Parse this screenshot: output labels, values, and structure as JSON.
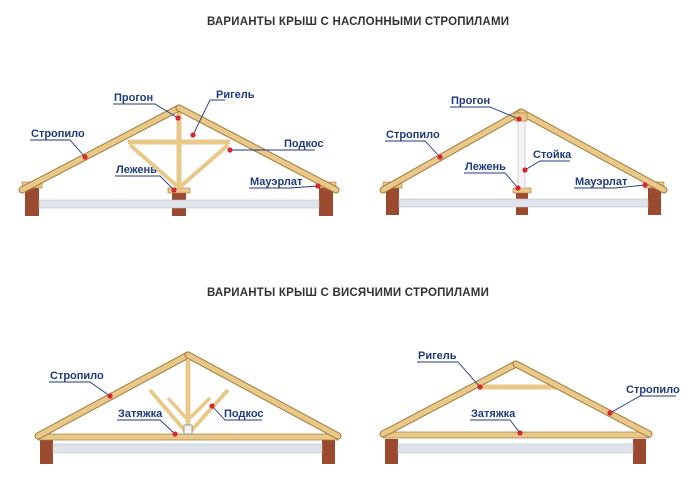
{
  "headings": {
    "inclined": "ВАРИАНТЫ КРЫШ С НАСЛОННЫМИ СТРОПИЛАМИ",
    "hanging": "ВАРИАНТЫ КРЫШ С ВИСЯЧИМИ СТРОПИЛАМИ"
  },
  "labels": {
    "d1": {
      "progon": "Прогон",
      "rigel": "Ригель",
      "stropilo": "Стропило",
      "podkos": "Подкос",
      "lezhen": "Лежень",
      "mauerlat": "Мауэрлат"
    },
    "d2": {
      "progon": "Прогон",
      "stropilo": "Стропило",
      "stoyka": "Стойка",
      "lezhen": "Лежень",
      "mauerlat": "Мауэрлат"
    },
    "d3": {
      "stropilo": "Стропило",
      "zatyazhka": "Затяжка",
      "podkos": "Подкос"
    },
    "d4": {
      "rigel": "Ригель",
      "stropilo": "Стропило",
      "zatyazhka": "Затяжка"
    }
  },
  "colors": {
    "wood": "#e8c98a",
    "wood_edge": "#a57a3a",
    "brick": "#9b4a2f",
    "beam": "#dfe3ea",
    "leader": "#1f3a80",
    "marker": "#d6262f",
    "heading": "#333333"
  }
}
